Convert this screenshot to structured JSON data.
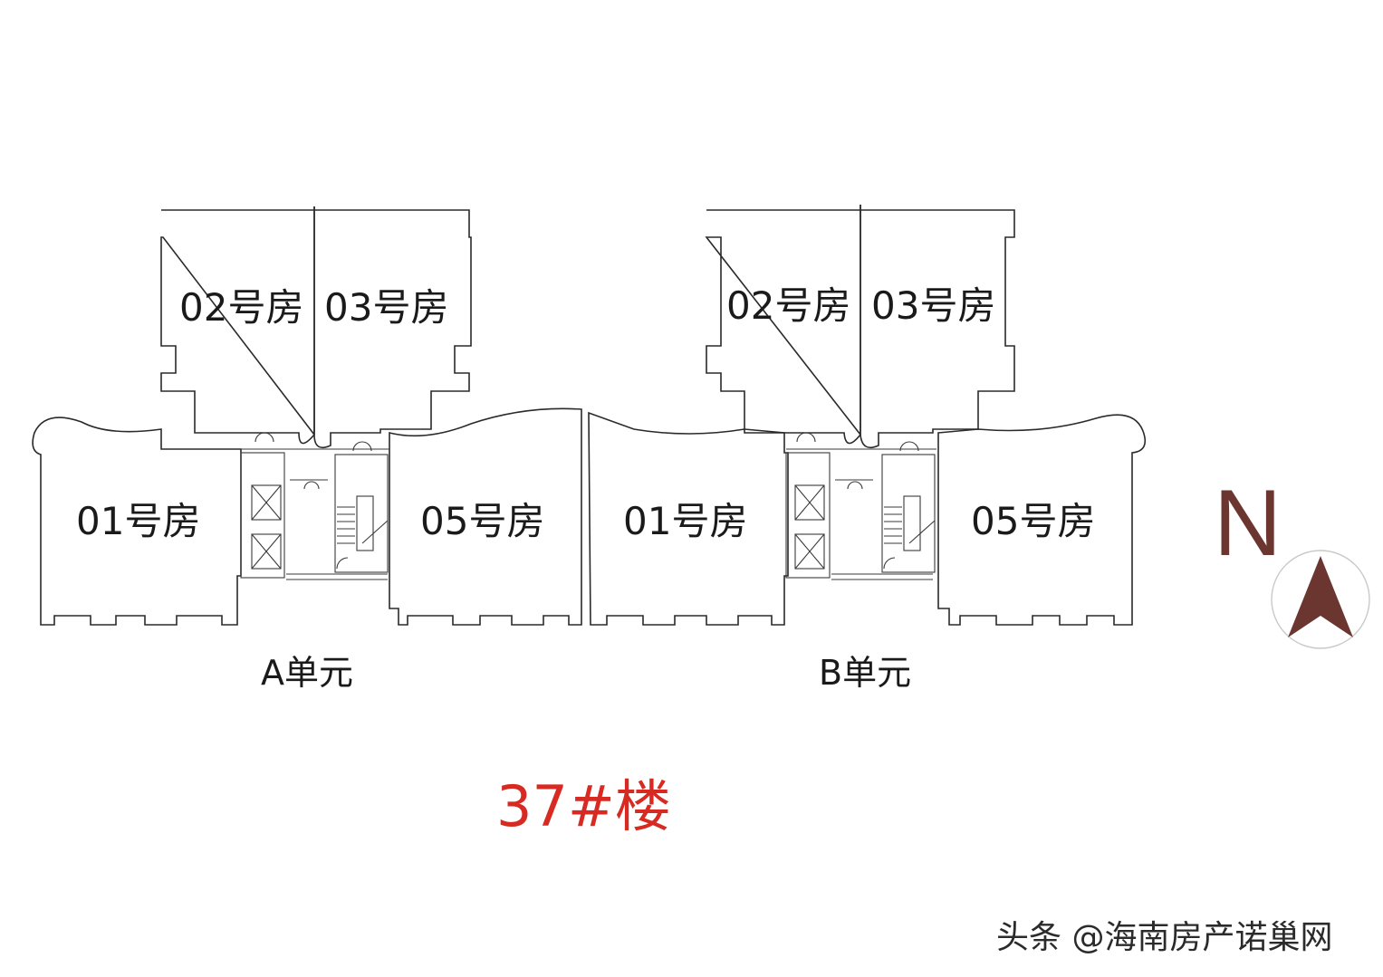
{
  "building": {
    "title": "37#楼"
  },
  "units": [
    {
      "label": "A单元",
      "rooms": {
        "r01": "01号房",
        "r02": "02号房",
        "r03": "03号房",
        "r05": "05号房"
      }
    },
    {
      "label": "B单元",
      "rooms": {
        "r01": "01号房",
        "r02": "02号房",
        "r03": "03号房",
        "r05": "05号房"
      }
    }
  ],
  "compass": {
    "letter": "N",
    "icon": "north-arrow-icon",
    "color": "#6b3530"
  },
  "colors": {
    "title": "#d72a23",
    "lines": "#2a2a2a"
  },
  "watermark": "头条 @海南房产诺巢网"
}
